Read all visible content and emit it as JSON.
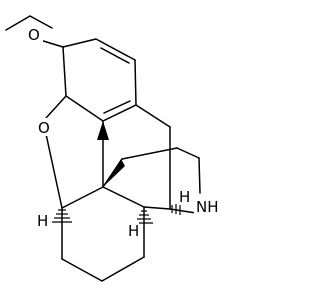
{
  "atoms": {
    "methoxy_oxygen": "O",
    "ring_oxygen": "O",
    "amine": "NH",
    "hydrogens": [
      "H",
      "H",
      "H"
    ]
  },
  "colors": {
    "ink": "#000000",
    "background": "#ffffff"
  }
}
